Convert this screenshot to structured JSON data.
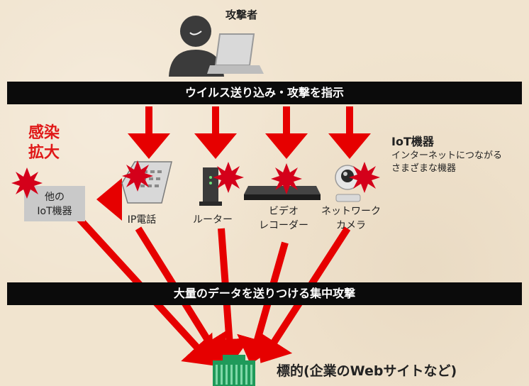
{
  "attacker": {
    "label": "攻撃者"
  },
  "banner_top": {
    "text": "ウイルス送り込み・攻撃を指示"
  },
  "banner_bottom": {
    "text": "大量のデータを送りつける集中攻撃"
  },
  "spread": {
    "line1": "感染",
    "line2": "拡大"
  },
  "iot": {
    "title": "IoT機器",
    "desc_line1": "インターネットにつながる",
    "desc_line2": "さまざまな機器"
  },
  "devices": {
    "other_iot": {
      "line1": "他の",
      "line2": "IoT機器"
    },
    "ip_phone": "IP電話",
    "router": "ルーター",
    "video_recorder": {
      "line1": "ビデオ",
      "line2": "レコーダー"
    },
    "network_camera": {
      "line1": "ネットワーク",
      "line2": "カメラ"
    }
  },
  "target": {
    "label": "標的(企業のWebサイトなど)"
  },
  "colors": {
    "arrow_red": "#e60000",
    "infection_red": "#d4001a",
    "banner_black": "#0b0b0b",
    "building_green": "#1f9a5a",
    "background": "#f1e4cf"
  }
}
